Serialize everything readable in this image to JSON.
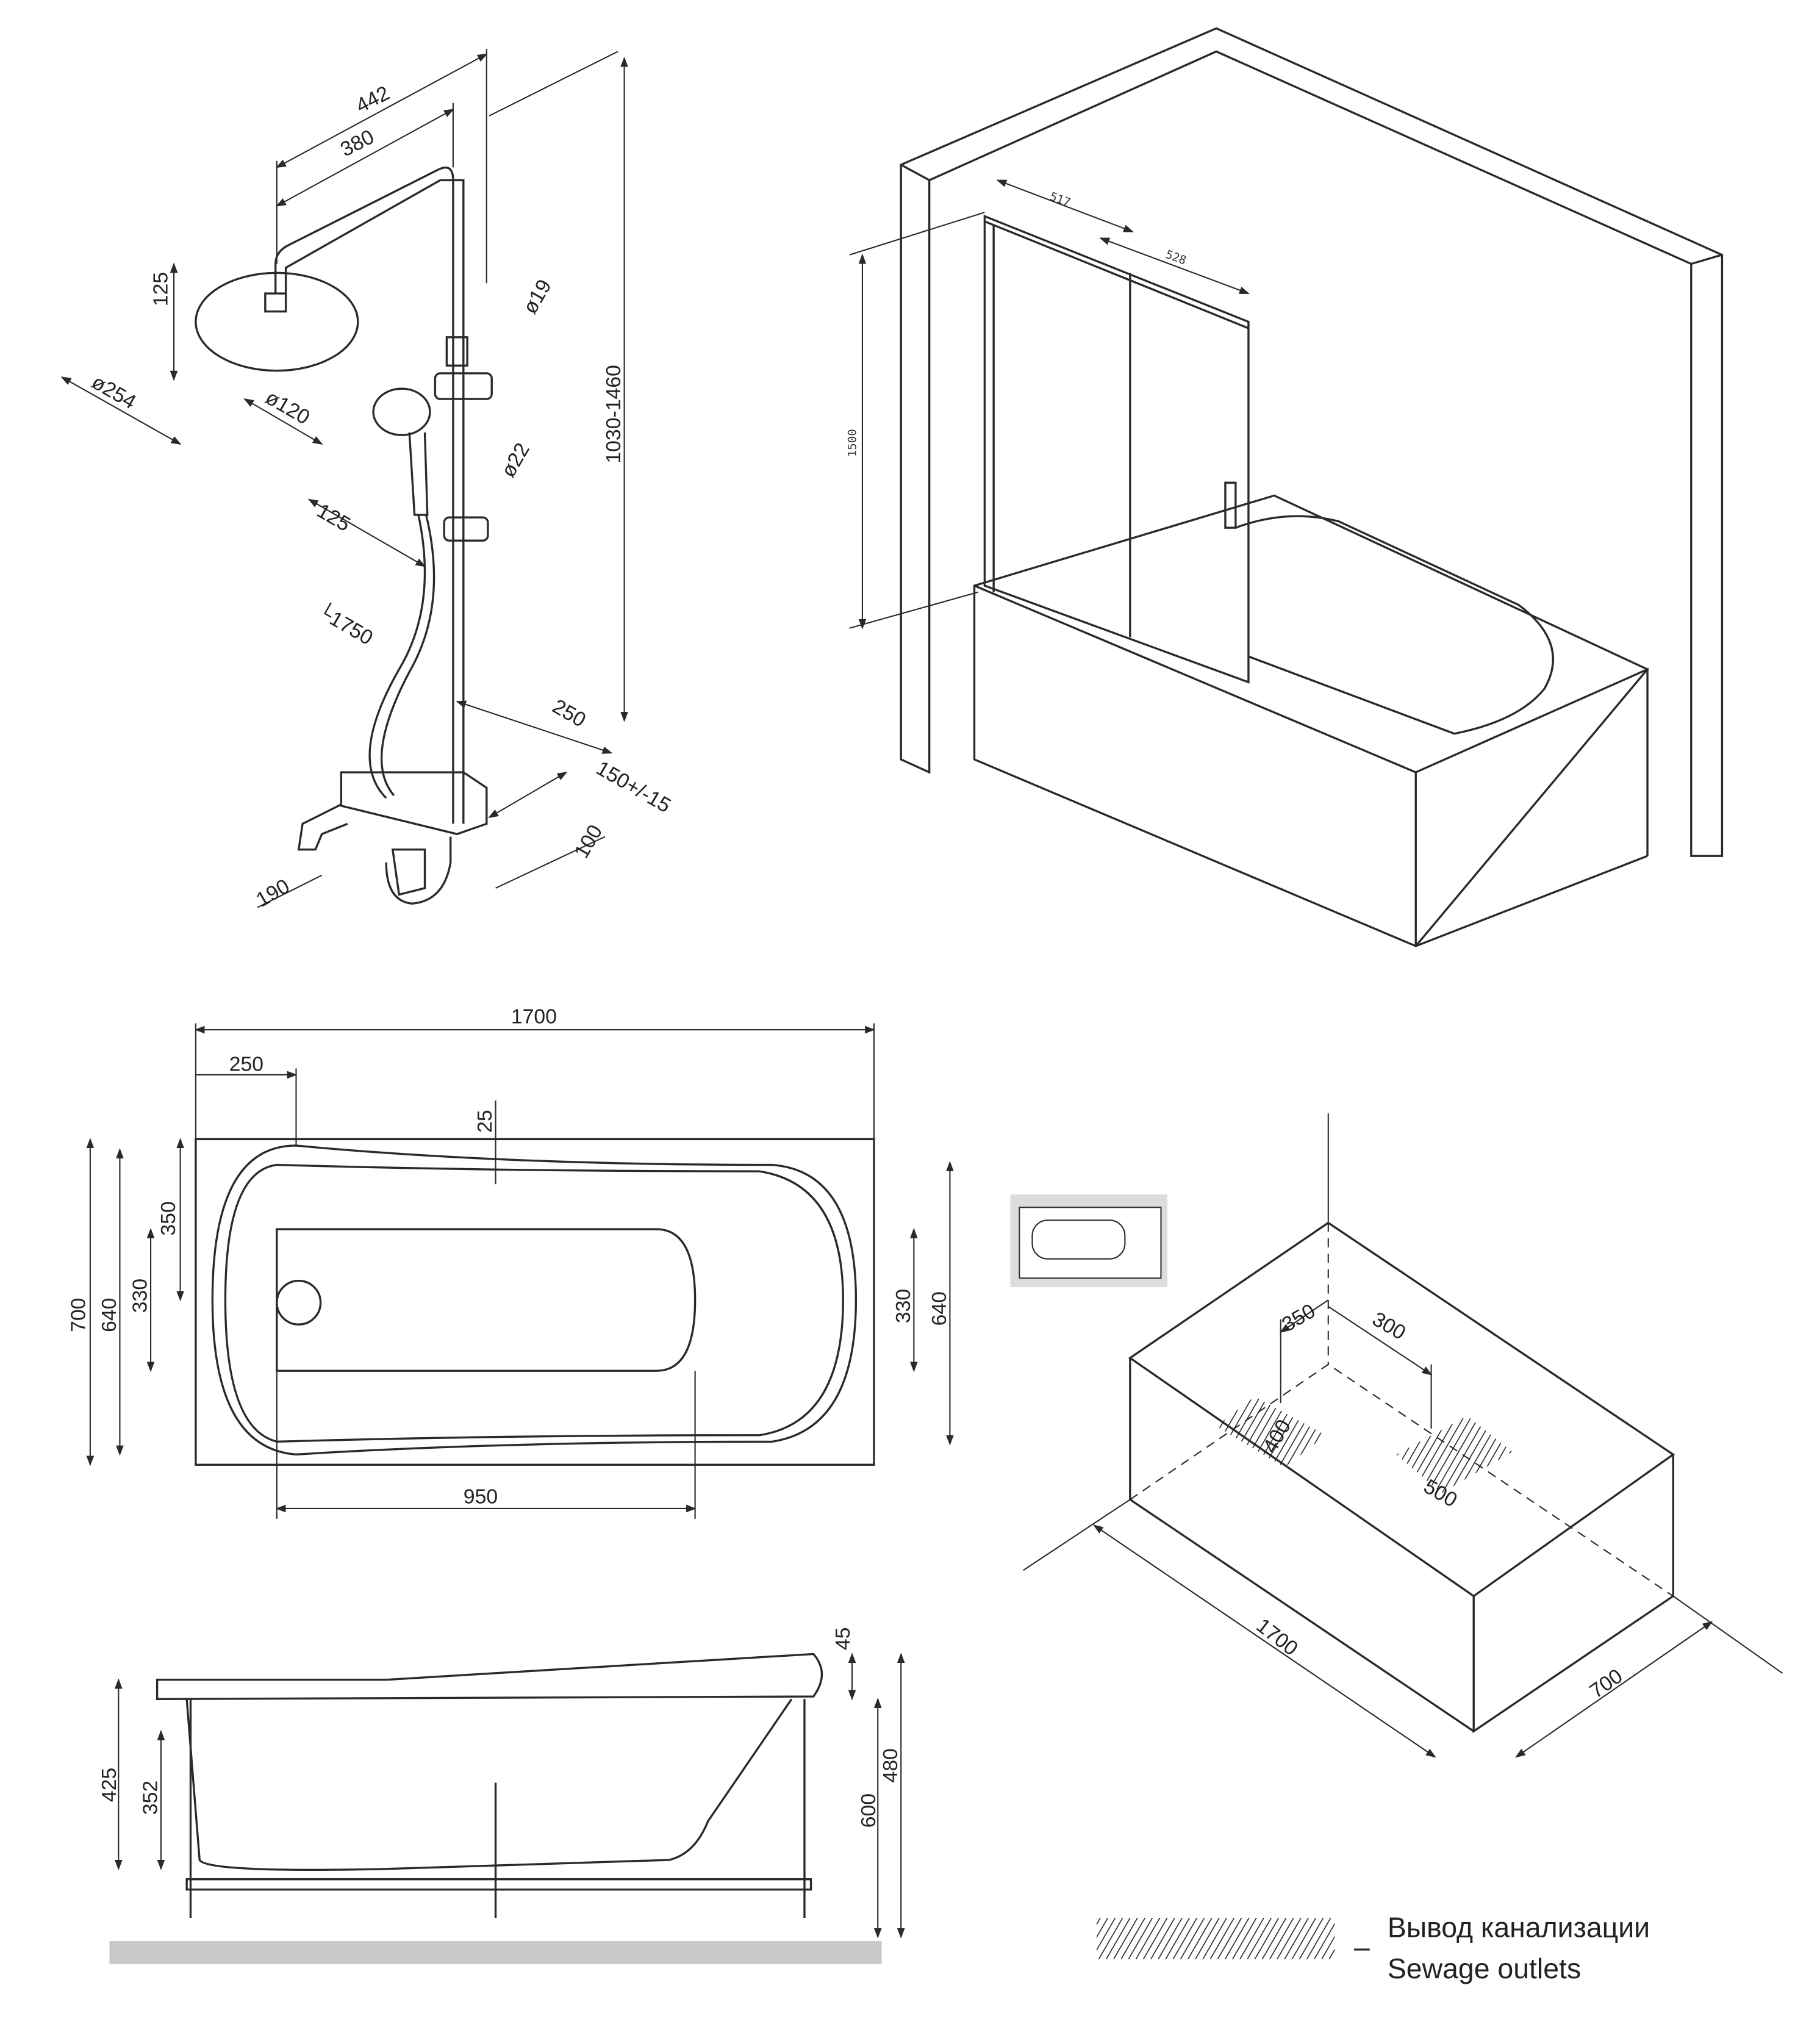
{
  "shower_system": {
    "dims": {
      "d442": "442",
      "d380": "380",
      "d125_head": "125",
      "d254": "ø254",
      "d120": "ø120",
      "d19": "ø19",
      "d22": "ø22",
      "d1030": "1030-1460",
      "d125_hand": "125",
      "d1750": "└1750",
      "d250": "250",
      "d150": "150+/-15",
      "d100": "100",
      "d190": "190"
    }
  },
  "bath_screen": {
    "dims": {
      "d517": "517",
      "d528": "528",
      "d1500": "1500"
    }
  },
  "top_view": {
    "dims": {
      "d1700": "1700",
      "d250": "250",
      "d25": "25",
      "d700": "700",
      "d640_left": "640",
      "d350": "350",
      "d330_left": "330",
      "d330_right": "330",
      "d640_right": "640",
      "d950": "950"
    }
  },
  "side_view": {
    "dims": {
      "d45": "45",
      "d425": "425",
      "d352": "352",
      "d600": "600",
      "d480": "480"
    }
  },
  "iso_view": {
    "dims": {
      "d350": "350",
      "d300": "300",
      "d400": "400",
      "d500": "500",
      "d1700": "1700",
      "d700": "700"
    }
  },
  "legend": {
    "dash": "–",
    "label_ru": "Вывод канализации",
    "label_en": "Sewage outlets"
  }
}
